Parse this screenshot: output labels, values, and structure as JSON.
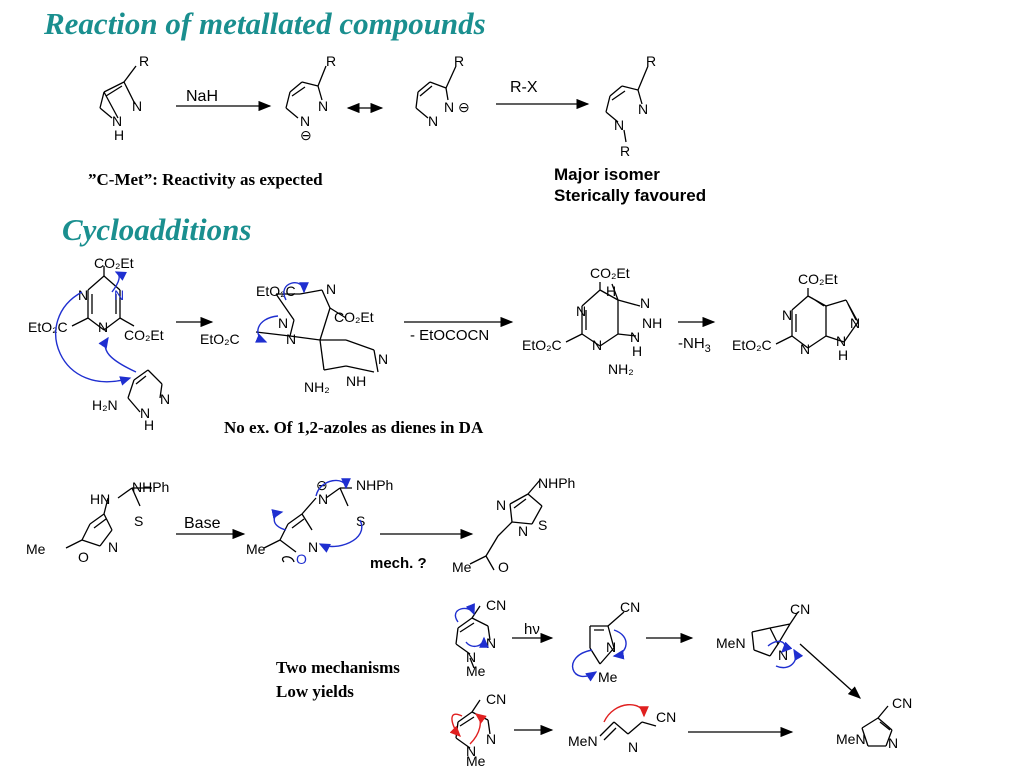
{
  "titles": {
    "main": "Reaction of metallated compounds",
    "cycloadditions": "Cycloadditions"
  },
  "reaction1": {
    "reagent1": "NaH",
    "reagent2": "R-X",
    "caption": "”C-Met”: Reactivity as expected",
    "outcome_line1": "Major isomer",
    "outcome_line2": "Sterically favoured"
  },
  "reaction2": {
    "reagent": "- EtOCOCN",
    "reagent2": "-NH",
    "reagent2_sub": "3",
    "caption": "No ex. Of 1,2-azoles as dienes in DA"
  },
  "reaction3": {
    "reagent": "Base",
    "mech_label": "mech. ?"
  },
  "reaction4": {
    "reagent": "hν",
    "caption_line1": "Two mechanisms",
    "caption_line2": "Low yields"
  },
  "atoms": {
    "R": "R",
    "N": "N",
    "NH": "NH",
    "H": "H",
    "O": "O",
    "S": "S",
    "Me": "Me",
    "CN": "CN",
    "MeN": "MeN",
    "HN": "HN",
    "NHPh": "NHPh",
    "CO2Et": "CO₂Et",
    "EtO2C": "EtO₂C",
    "NH2": "NH₂",
    "H2N": "H₂N",
    "minus": "⊖"
  },
  "colors": {
    "title": "#1a8f8f",
    "curved_arrow_blue": "#1f2fd0",
    "curved_arrow_red": "#e02020"
  }
}
